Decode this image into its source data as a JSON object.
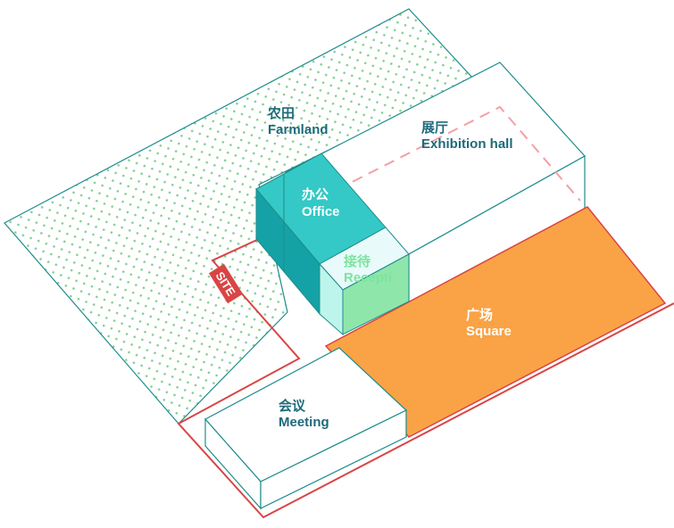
{
  "colors": {
    "outline": "#1e8c8c",
    "farmland_dots": "#7ccf8a",
    "office_front": "#1fbcbc",
    "office_side": "#14a2a6",
    "office_top": "#34c9c6",
    "reception_front": "#8ee6aa",
    "reception_side": "#bdf5ec",
    "reception_top": "#e8fbfa",
    "square_fill": "#f9a346",
    "square_border": "#d94545",
    "site_red": "#d94545",
    "building_fill": "#ffffff",
    "label_dark": "#1d6a7a",
    "label_light": "#ffffff",
    "label_reception": "#7ee39d"
  },
  "labels": {
    "farmland": {
      "zh": "农田",
      "en": "Farmland"
    },
    "exhibition": {
      "zh": "展厅",
      "en": "Exhibition hall"
    },
    "office": {
      "zh": "办公",
      "en": "Office"
    },
    "reception": {
      "zh": "接待",
      "en": "Recepti"
    },
    "square": {
      "zh": "广场",
      "en": "Square"
    },
    "meeting": {
      "zh": "会议",
      "en": "Meeting"
    },
    "site": "SITE"
  }
}
